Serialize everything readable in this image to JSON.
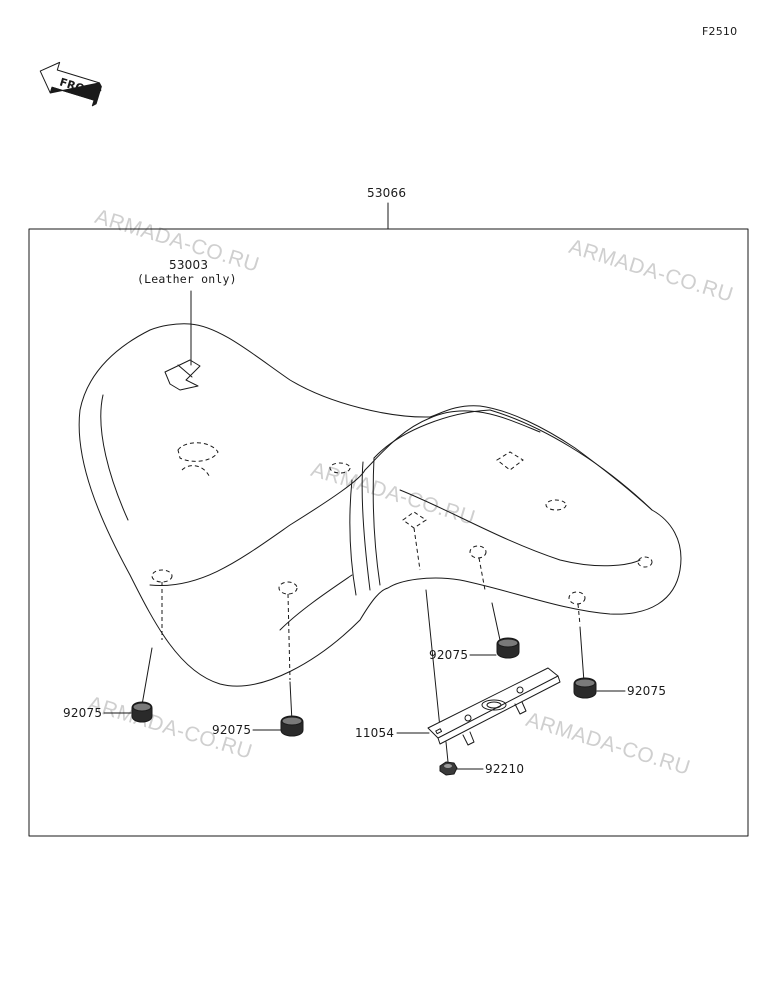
{
  "diagram_code": "F2510",
  "front_label": "FRONT",
  "assembly_part": "53066",
  "cover_part": "53003",
  "cover_note": "(Leather only)",
  "damper_part": "92075",
  "bracket_part": "11054",
  "nut_part": "92210",
  "watermark": "ARMADA-CO.RU",
  "colors": {
    "line": "#1a1a1a",
    "watermark": "#cfcfcf",
    "background": "#ffffff"
  },
  "icons": [
    "front-arrow-icon"
  ]
}
